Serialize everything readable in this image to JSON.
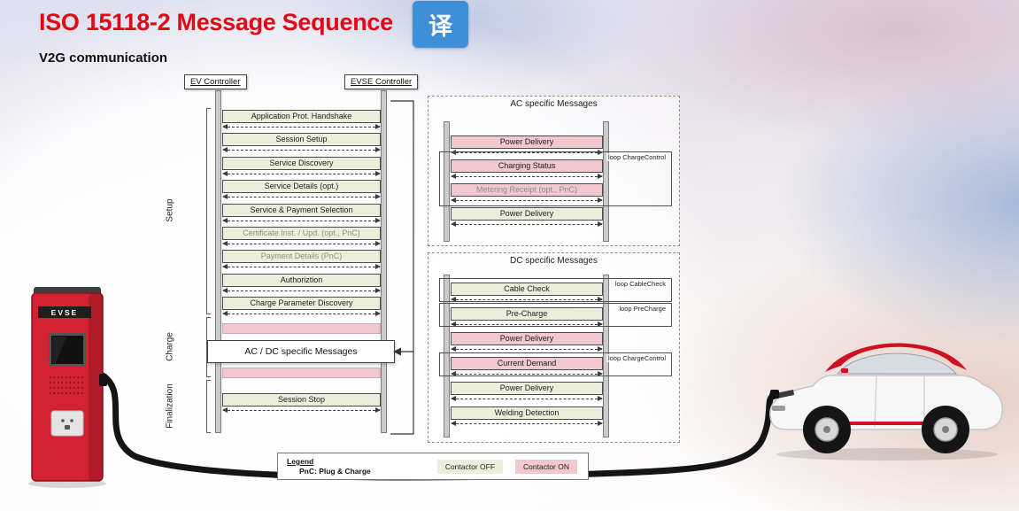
{
  "page": {
    "title": "ISO 15118-2 Message Sequence",
    "subtitle": "V2G communication",
    "translate_button_label": "译"
  },
  "colors": {
    "title_red": "#e30617",
    "translate_blue": "#3f8fd8",
    "message_green": "#e9efda",
    "message_pink": "#f0c8cd",
    "charger_red": "#d42230",
    "car_roof_red": "#cf1021"
  },
  "diagram": {
    "ev_controller_label": "EV Controller",
    "evse_controller_label": "EVSE Controller",
    "phases": [
      {
        "label": "Setup"
      },
      {
        "label": "Charge"
      },
      {
        "label": "Finalization"
      }
    ],
    "main_sequence": [
      {
        "type": "msg",
        "label": "Application Prot. Handshake",
        "color": "green"
      },
      {
        "type": "msg",
        "label": "Session Setup",
        "color": "green"
      },
      {
        "type": "msg",
        "label": "Service Discovery",
        "color": "green"
      },
      {
        "type": "msg",
        "label": "Service Details (opt.)",
        "color": "green"
      },
      {
        "type": "msg",
        "label": "Service & Payment Selection",
        "color": "green"
      },
      {
        "type": "msg",
        "label": "Certificate Inst. / Upd. (opt., PnC)",
        "color": "green",
        "muted": true
      },
      {
        "type": "msg",
        "label": "Payment Details (PnC)",
        "color": "green",
        "muted": true
      },
      {
        "type": "msg",
        "label": "Authoriztion",
        "color": "green"
      },
      {
        "type": "msg",
        "label": "Charge Parameter Discovery",
        "color": "green"
      },
      {
        "type": "strip"
      },
      {
        "type": "callout",
        "label": "AC / DC specific Messages"
      },
      {
        "type": "strip"
      },
      {
        "type": "msg",
        "label": "Session Stop",
        "color": "green"
      }
    ],
    "ac_panel": {
      "title": "AC specific Messages",
      "messages": [
        {
          "label": "Power Delivery",
          "color": "pink"
        },
        {
          "label": "Charging Status",
          "color": "pink"
        },
        {
          "label": "Metering Receipt (opt., PnC)",
          "color": "pink",
          "muted": true
        },
        {
          "label": "Power Delivery",
          "color": "green"
        }
      ],
      "loops": [
        {
          "label": "loop ChargeControl"
        }
      ]
    },
    "dc_panel": {
      "title": "DC specific Messages",
      "messages": [
        {
          "label": "Cable Check",
          "color": "green"
        },
        {
          "label": "Pre-Charge",
          "color": "green"
        },
        {
          "label": "Power Delivery",
          "color": "pink"
        },
        {
          "label": "Current Demand",
          "color": "pink"
        },
        {
          "label": "Power Delivery",
          "color": "green"
        },
        {
          "label": "Welding Detection",
          "color": "green"
        }
      ],
      "loops": [
        {
          "label": "loop CableCheck"
        },
        {
          "label": "loop PreCharge"
        },
        {
          "label": "loop ChargeControl"
        }
      ]
    },
    "legend": {
      "title": "Legend",
      "pnc_note": "PnC: Plug & Charge",
      "contactor_off": "Contactor OFF",
      "contactor_on": "Contactor ON"
    },
    "charger_label": "EVSE"
  }
}
